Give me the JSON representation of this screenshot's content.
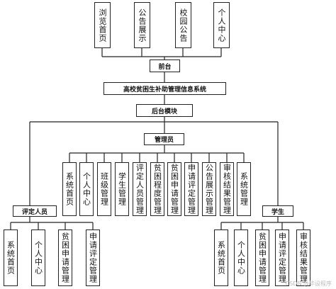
{
  "top_nodes": [
    "浏览首页",
    "公告展示",
    "校园公告",
    "个人中心"
  ],
  "frontend": "前台",
  "system": "高校贫困生补助管理信息系统",
  "backend": "后台模块",
  "admin": "管理员",
  "admin_nodes": [
    "系统首页",
    "个人中心",
    "班级管理",
    "学生管理",
    "评定人员管理",
    "贫困程度管理",
    "贫困申请管理",
    "申请评定管理",
    "公告展示管理",
    "审核结果管理",
    "系统管理"
  ],
  "evaluator": "评定人员",
  "evaluator_nodes": [
    "系统首页",
    "个人中心",
    "贫困申请管理",
    "申请评定管理"
  ],
  "student": "学生",
  "student_nodes": [
    "系统首页",
    "个人中心",
    "贫困申请管理",
    "申请评定管理",
    "审核结果管理"
  ],
  "watermark": "CSDN @毕设程序"
}
